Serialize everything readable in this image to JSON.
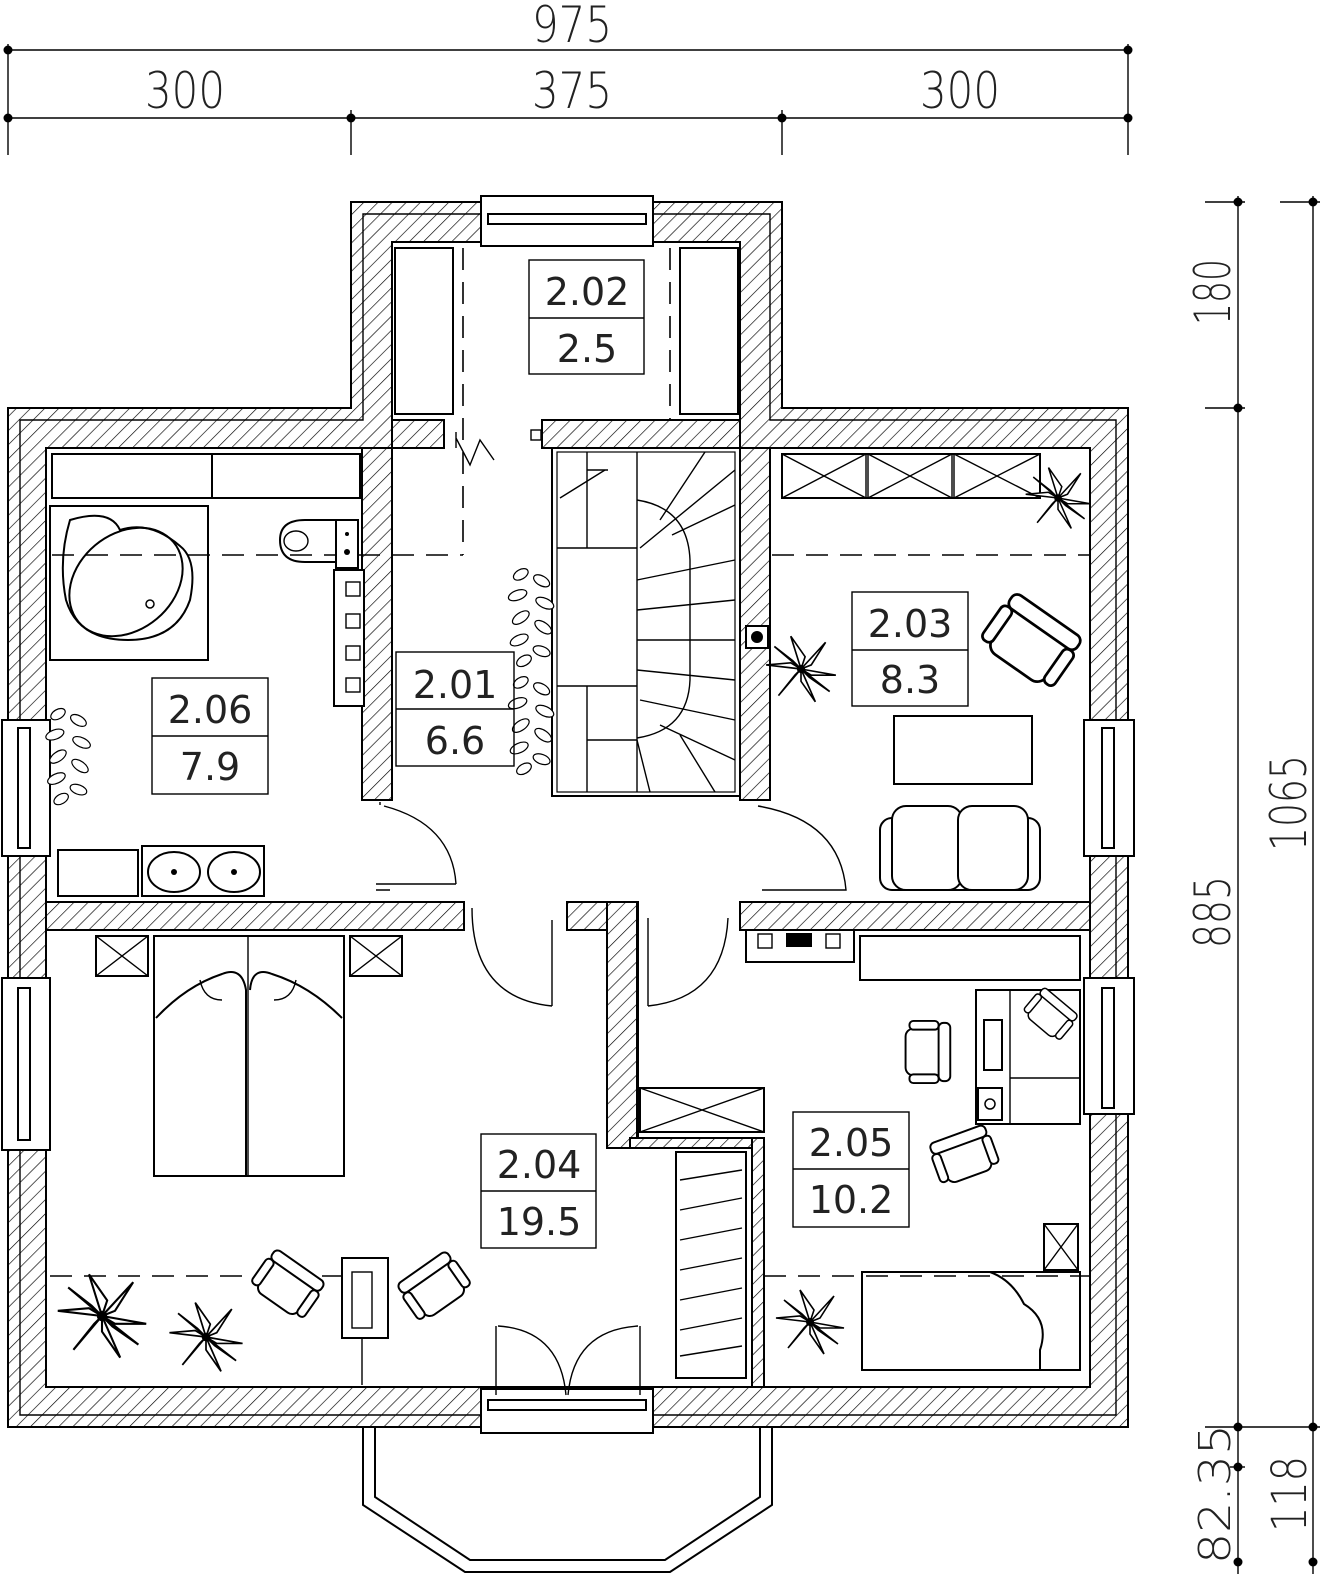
{
  "dimensions": {
    "top_total": "975",
    "top_left": "300",
    "top_middle": "375",
    "top_right": "300",
    "right_outer_total": "1065",
    "right_top": "180",
    "right_main": "885",
    "right_bottom_a": "82.35",
    "right_bottom_b": "118"
  },
  "rooms": [
    {
      "id": "hall",
      "number": "2.01",
      "area": "6.6"
    },
    {
      "id": "storage",
      "number": "2.02",
      "area": "2.5"
    },
    {
      "id": "study",
      "number": "2.03",
      "area": "8.3"
    },
    {
      "id": "bedroom",
      "number": "2.04",
      "area": "19.5"
    },
    {
      "id": "office",
      "number": "2.05",
      "area": "10.2"
    },
    {
      "id": "bathroom",
      "number": "2.06",
      "area": "7.9"
    }
  ]
}
